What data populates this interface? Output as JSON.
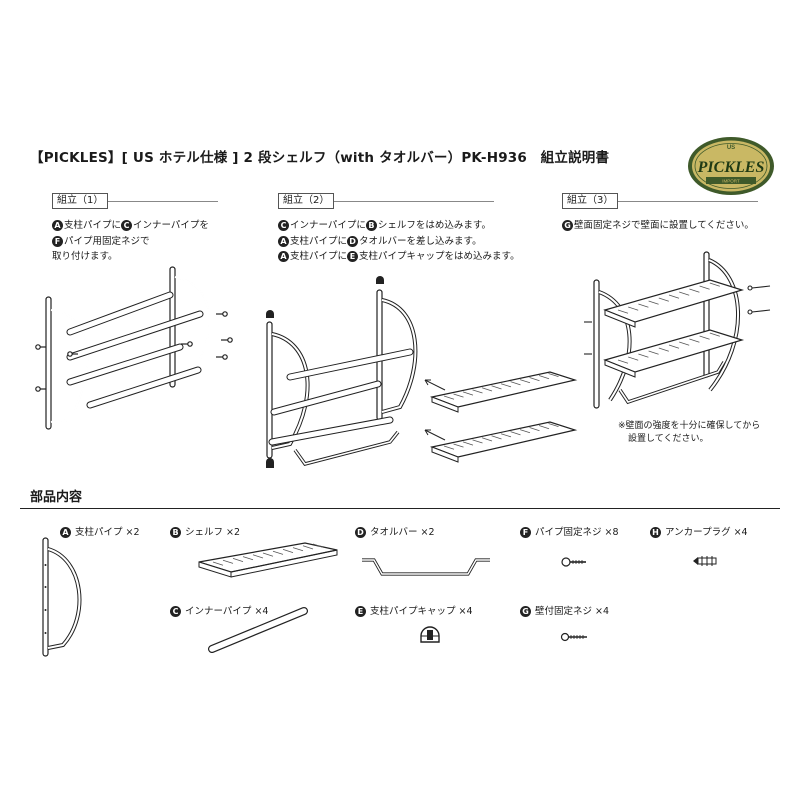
{
  "header": {
    "title": "【PICKLES】[ US ホテル仕様 ] 2 段シェルフ（with タオルバー）PK-H936　組立説明書"
  },
  "logo": {
    "top_text": "US",
    "main_text": "PICKLES",
    "bottom_text": "IMPORT"
  },
  "steps": [
    {
      "label": "組立（1）",
      "lines": [
        {
          "parts": [
            {
              "badge": "A"
            },
            {
              "text": "支柱パイプに"
            },
            {
              "badge": "C"
            },
            {
              "text": "インナーパイプを"
            }
          ]
        },
        {
          "parts": [
            {
              "badge": "F"
            },
            {
              "text": "パイプ用固定ネジで"
            }
          ]
        },
        {
          "parts": [
            {
              "text": "取り付けます。"
            }
          ]
        }
      ]
    },
    {
      "label": "組立（2）",
      "lines": [
        {
          "parts": [
            {
              "badge": "C"
            },
            {
              "text": "インナーパイプに"
            },
            {
              "badge": "B"
            },
            {
              "text": "シェルフをはめ込みます。"
            }
          ]
        },
        {
          "parts": [
            {
              "badge": "A"
            },
            {
              "text": "支柱パイプに"
            },
            {
              "badge": "D"
            },
            {
              "text": "タオルバーを差し込みます。"
            }
          ]
        },
        {
          "parts": [
            {
              "badge": "A"
            },
            {
              "text": "支柱パイプに"
            },
            {
              "badge": "E"
            },
            {
              "text": "支柱パイプキャップをはめ込みます。"
            }
          ]
        }
      ]
    },
    {
      "label": "組立（3）",
      "lines": [
        {
          "parts": [
            {
              "badge": "G"
            },
            {
              "text": "壁面固定ネジで壁面に設置してください。"
            }
          ]
        }
      ]
    }
  ],
  "note": {
    "line1": "※壁面の強度を十分に確保してから",
    "line2": "設置してください。"
  },
  "parts_section": {
    "title": "部品内容",
    "items": [
      {
        "badge": "A",
        "name": "支柱パイプ ×2"
      },
      {
        "badge": "B",
        "name": "シェルフ ×2"
      },
      {
        "badge": "D",
        "name": "タオルバー ×2"
      },
      {
        "badge": "F",
        "name": "パイプ固定ネジ ×8"
      },
      {
        "badge": "H",
        "name": "アンカープラグ ×4"
      },
      {
        "badge": "C",
        "name": "インナーパイプ ×4"
      },
      {
        "badge": "E",
        "name": "支柱パイプキャップ ×4"
      },
      {
        "badge": "G",
        "name": "壁付固定ネジ ×4"
      }
    ]
  },
  "colors": {
    "ink": "#222222",
    "logo_fill": "#c9b864",
    "logo_ring": "#3f5a2a",
    "badge_fill": "#222222"
  },
  "icons": [
    "upright-pipe-icon",
    "shelf-icon",
    "towel-bar-icon",
    "screw-icon",
    "anchor-plug-icon",
    "inner-pipe-icon",
    "pipe-cap-icon",
    "wall-screw-icon",
    "arrow-icon"
  ]
}
